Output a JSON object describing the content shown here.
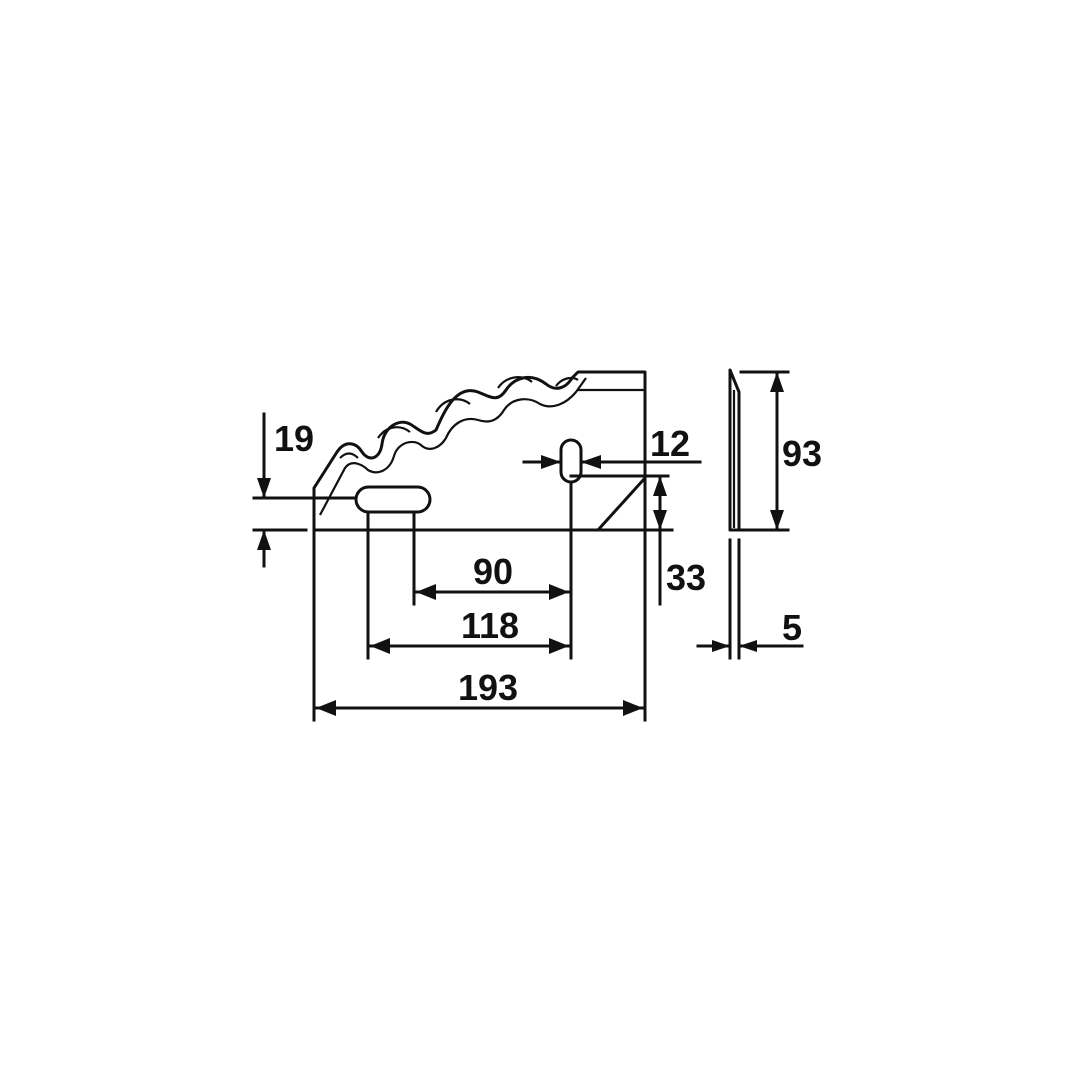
{
  "drawing": {
    "units": "",
    "dimensions": {
      "overall_length": "193",
      "hole_spacing_outer": "118",
      "hole_spacing_inner": "90",
      "slot_height_offset": "19",
      "slot_width": "12",
      "hole_height": "33",
      "blade_height": "93",
      "blade_thickness": "5"
    }
  },
  "colors": {
    "line": "#111111",
    "background": "#ffffff"
  }
}
